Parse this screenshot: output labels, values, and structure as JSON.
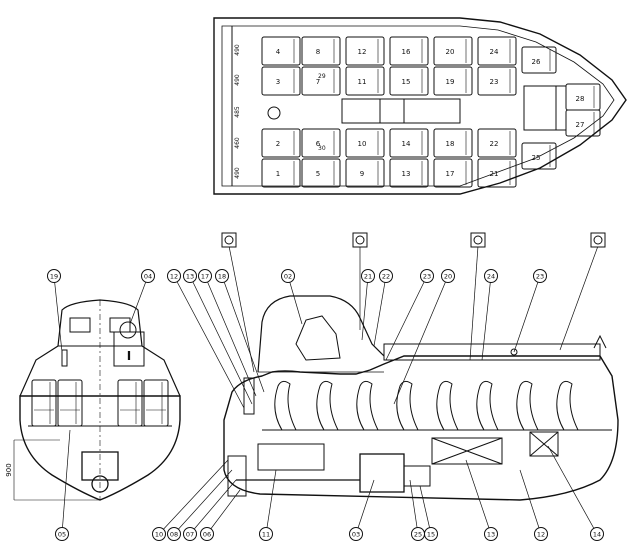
{
  "plan_view": {
    "row_dims": [
      "490",
      "490",
      "485",
      "460",
      "490"
    ],
    "seats": [
      {
        "n": "1"
      },
      {
        "n": "2"
      },
      {
        "n": "3"
      },
      {
        "n": "4"
      },
      {
        "n": "5"
      },
      {
        "n": "6"
      },
      {
        "n": "7"
      },
      {
        "n": "8"
      },
      {
        "n": "9"
      },
      {
        "n": "10"
      },
      {
        "n": "11"
      },
      {
        "n": "12"
      },
      {
        "n": "13"
      },
      {
        "n": "14"
      },
      {
        "n": "15"
      },
      {
        "n": "16"
      },
      {
        "n": "17"
      },
      {
        "n": "18"
      },
      {
        "n": "19"
      },
      {
        "n": "20"
      },
      {
        "n": "21"
      },
      {
        "n": "22"
      },
      {
        "n": "23"
      },
      {
        "n": "24"
      },
      {
        "n": "25"
      },
      {
        "n": "26"
      },
      {
        "n": "27"
      },
      {
        "n": "28"
      },
      {
        "n": "29"
      },
      {
        "n": "30"
      }
    ]
  },
  "front_view": {
    "height_dim": "900",
    "top_callouts": [
      "19",
      "04"
    ],
    "bottom_callouts": [
      "05"
    ],
    "plate_label": "I"
  },
  "side_view": {
    "top_callouts": [
      "12",
      "13",
      "17",
      "18",
      "02",
      "21",
      "22",
      "23",
      "20",
      "24",
      "23"
    ],
    "bottom_callouts": [
      "10",
      "08",
      "07",
      "06",
      "11",
      "03",
      "25",
      "15",
      "13",
      "12",
      "14"
    ]
  }
}
